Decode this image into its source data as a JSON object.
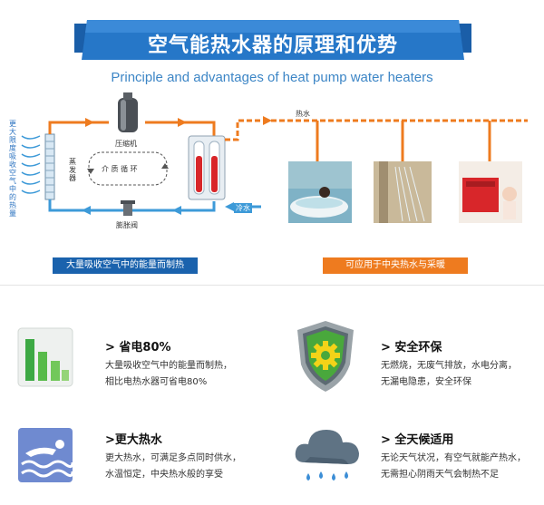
{
  "header": {
    "title": "空气能热水器的原理和优势",
    "subtitle": "Principle and advantages of heat pump water heaters"
  },
  "diagram": {
    "side_text": "更大限度吸收空气中的热量",
    "compressor": "压缩机",
    "evaporator": "蒸发器",
    "medium_cycle": "介 质 循 环",
    "expansion_valve": "膨胀阀",
    "hot_water": "热水",
    "cold_water": "冷水",
    "caption_left": "大量吸收空气中的能量而制热",
    "caption_right": "可应用于中央热水与采暖",
    "colors": {
      "hot": "#ee7b1f",
      "cold": "#3d9ad8",
      "accent_blue": "#1a62ad"
    }
  },
  "features": [
    {
      "title": "> 省电80%",
      "desc1": "大量吸收空气中的能量而制热，",
      "desc2": "相比电热水器可省电80%",
      "icon": "bar-chart-icon"
    },
    {
      "title": "> 安全环保",
      "desc1": "无燃烧，无废气排放，水电分离，",
      "desc2": "无漏电隐患，安全环保",
      "icon": "shield-gear-icon"
    },
    {
      "title": ">更大热水",
      "desc1": "更大热水，可满足多点同时供水，",
      "desc2": "水温恒定，中央热水般的享受",
      "icon": "swimmer-icon"
    },
    {
      "title": "> 全天候适用",
      "desc1": "无论天气状况，有空气就能产热水，",
      "desc2": "无需担心阴雨天气会制热不足",
      "icon": "rain-cloud-icon"
    }
  ]
}
